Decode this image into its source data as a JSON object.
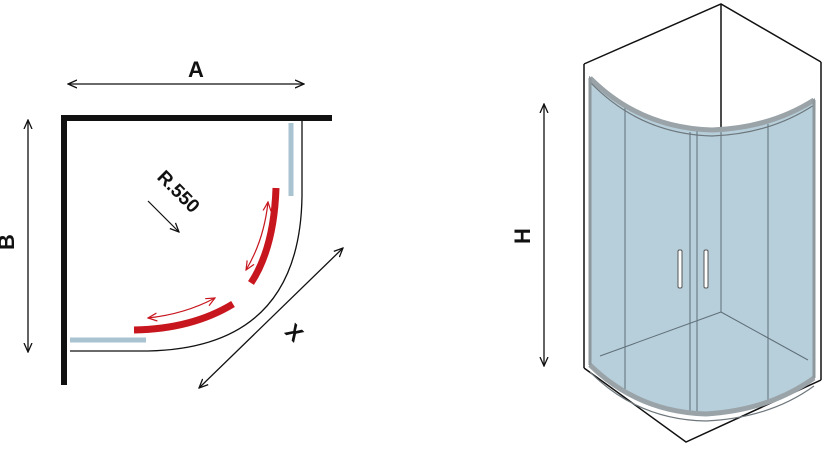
{
  "plan_view": {
    "label_width": "A",
    "label_depth": "B",
    "label_diagonal": "X",
    "label_radius": "R.550"
  },
  "elevation_view": {
    "label_height": "H"
  },
  "colors": {
    "wall": "#111111",
    "glass": "#a9c3d1",
    "glass_panel": "#b7cfdb",
    "frame": "#9aa3a8",
    "sliding_door": "#c8161e",
    "line": "#111111"
  }
}
